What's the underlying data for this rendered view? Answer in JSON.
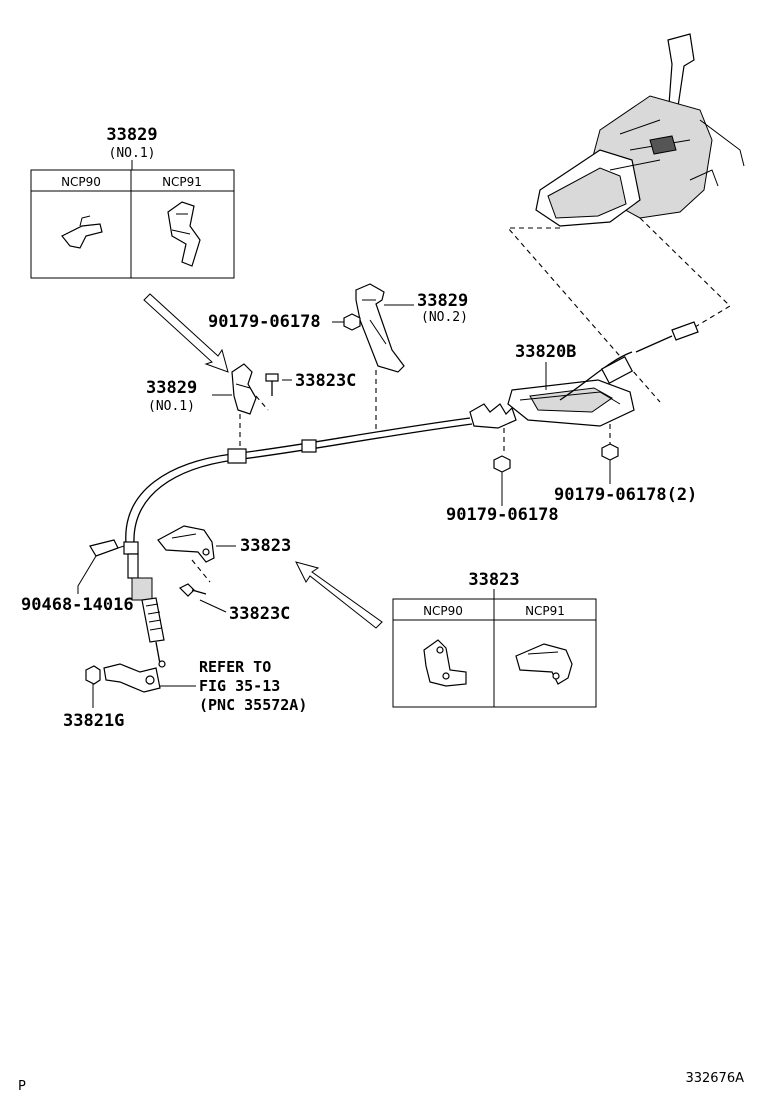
{
  "callouts": {
    "bracket_no1_top": {
      "part": "33829",
      "sub": "(NO.1)"
    },
    "bracket_no2": {
      "part": "33829",
      "sub": "(NO.2)"
    },
    "bolt_upper_nut": "90179-06178",
    "bracket_no1_mid": {
      "part": "33829",
      "sub": "(NO.1)"
    },
    "bolt_33823c_upper": "33823C",
    "shift_lever_retainer": "33820B",
    "nut_center": "90179-06178",
    "nut_right": "90179-06178(2)",
    "bracket_33823": "33823",
    "clip": "90468-14016",
    "bolt_33823c_lower": "33823C",
    "nut_33821g": "33821G",
    "refer": {
      "line1": "REFER TO",
      "line2": "FIG 35-13",
      "line3": "(PNC 35572A)"
    },
    "bracket_33823_box": "33823"
  },
  "table_top": {
    "headers": [
      "NCP90",
      "NCP91"
    ]
  },
  "table_bottom": {
    "headers": [
      "NCP90",
      "NCP91"
    ]
  },
  "footer": {
    "left": "P",
    "right": "332676A"
  }
}
